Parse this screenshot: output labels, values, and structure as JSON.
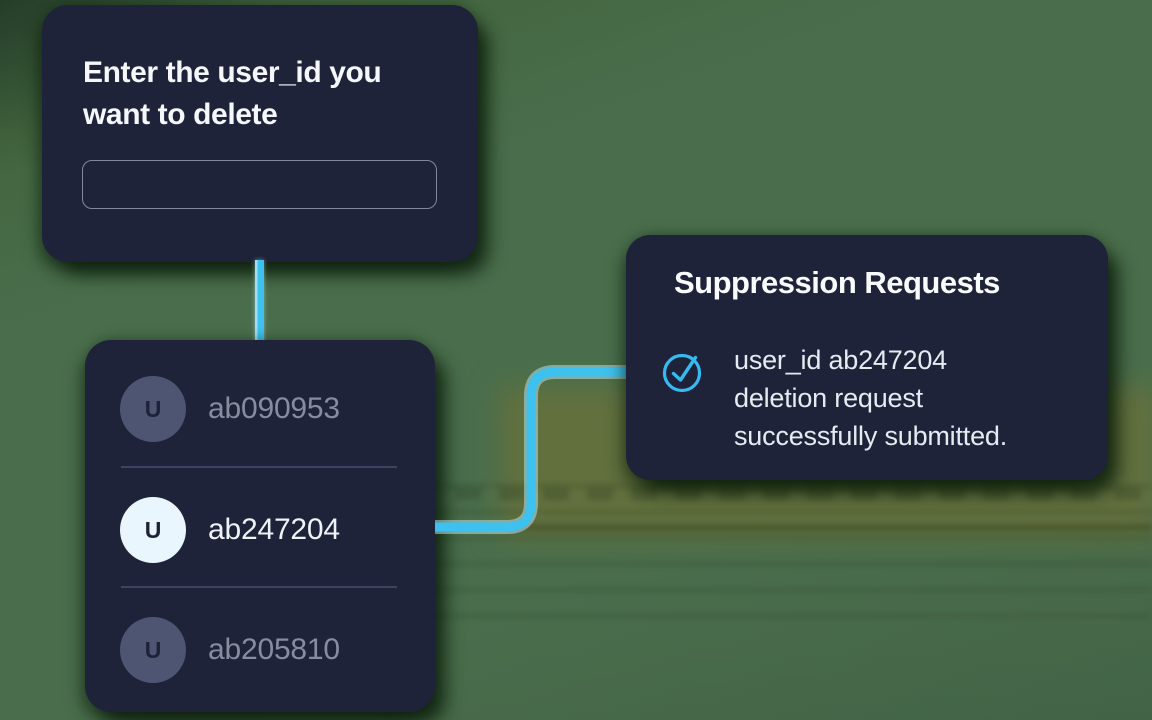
{
  "palette": {
    "bg-green": "#4a6e4c",
    "bg-olive": "#62703e",
    "card-navy": "#1e2339",
    "accent": "#3dc2f0",
    "accent-halo": "#9edff6",
    "text-primary": "#f5f7fb",
    "text-secondary": "#e6ebf2",
    "text-muted": "#868da1",
    "avatar-muted": "#4e5572",
    "avatar-active": "#e9f6fd",
    "divider": "#3d445f"
  },
  "input_card": {
    "title": "Enter the user_id you want to delete",
    "input_value": ""
  },
  "user_list_card": {
    "items": [
      {
        "id": "ab090953",
        "avatar_letter": "U",
        "active": false
      },
      {
        "id": "ab247204",
        "avatar_letter": "U",
        "active": true
      },
      {
        "id": "ab205810",
        "avatar_letter": "U",
        "active": false
      }
    ]
  },
  "suppression_card": {
    "title": "Suppression Requests",
    "status_icon": "check-circle-icon",
    "message_lines": [
      "user_id ab247204",
      "deletion request",
      "successfully submitted."
    ]
  }
}
